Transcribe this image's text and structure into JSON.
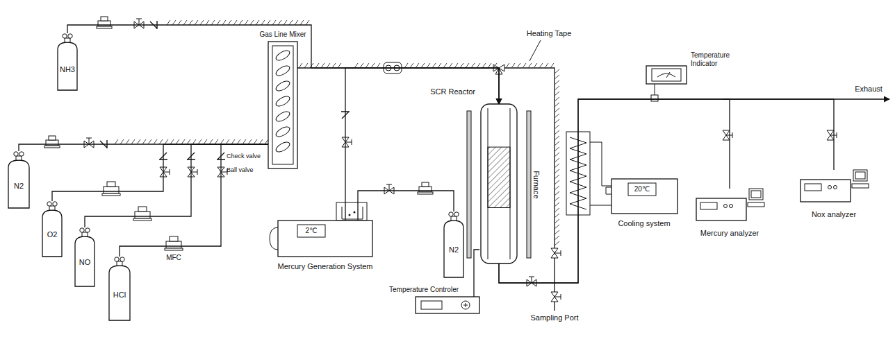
{
  "diagram": {
    "nodes": [
      {
        "text": [
          "NH3"
        ]
      },
      {
        "text": [
          "Gas Line Mixer"
        ]
      },
      {
        "text": [
          "N2"
        ]
      },
      {
        "text": [
          "O2"
        ]
      },
      {
        "text": [
          "NO"
        ]
      },
      {
        "text": [
          "HCl"
        ]
      },
      {
        "text": [
          "SCR Reactor"
        ]
      },
      {
        "text": [
          "2℃",
          "Mercury Generation System"
        ]
      },
      {
        "text": [
          "N2"
        ]
      },
      {
        "text": [
          "Temperature Controler"
        ]
      },
      {
        "text": [
          "20℃",
          "Cooling system"
        ]
      },
      {
        "text": [
          "Temperature Indicator"
        ]
      },
      {
        "text": [
          "Mercury analyzer"
        ]
      },
      {
        "text": [
          "Nox analyzer"
        ]
      }
    ],
    "edges": [
      {
        "from": 2,
        "to": 1,
        "arrow": "none"
      },
      {
        "from": 3,
        "to": 1,
        "arrow": "none"
      },
      {
        "from": 4,
        "to": 1,
        "arrow": "none"
      },
      {
        "from": 5,
        "to": 1,
        "arrow": "none"
      },
      {
        "from": 0,
        "to": 6,
        "arrow": "to"
      },
      {
        "from": 1,
        "to": 6,
        "arrow": "to"
      },
      {
        "from": 7,
        "to": 6,
        "arrow": "to"
      },
      {
        "from": 8,
        "to": 7,
        "arrow": "none"
      },
      {
        "from": 9,
        "to": 6,
        "arrow": "none"
      },
      {
        "from": 6,
        "to": 12,
        "arrow": "none"
      },
      {
        "from": 6,
        "to": 13,
        "arrow": "none"
      }
    ],
    "labels": [
      "Check valve",
      "Ball valve",
      "MFC",
      "Heating Tape",
      "Furnace",
      "Sampling Port",
      "Exhaust"
    ]
  }
}
